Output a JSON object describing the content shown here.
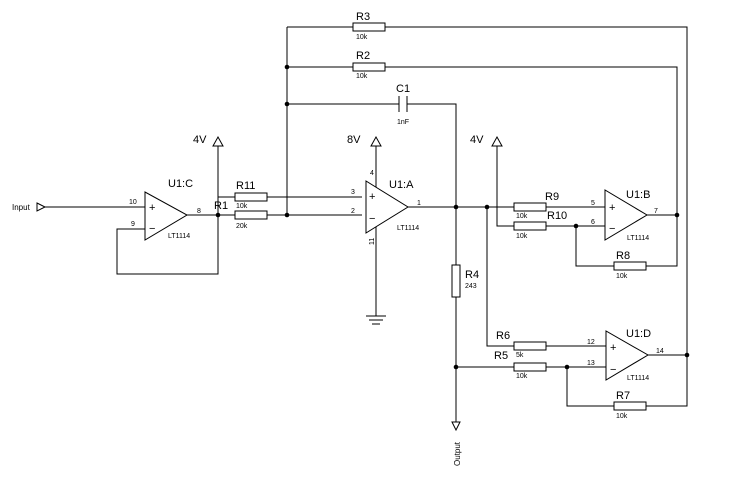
{
  "ports": {
    "input": "Input",
    "output": "Output"
  },
  "supplies": {
    "v4_left": "4V",
    "v8": "8V",
    "v4_right": "4V"
  },
  "opamps": {
    "u1a": {
      "ref": "U1:A",
      "part": "LT1114",
      "pin_plus": "3",
      "pin_minus": "2",
      "pin_out": "1",
      "pin_vp": "4",
      "pin_vn": "11"
    },
    "u1b": {
      "ref": "U1:B",
      "part": "LT1114",
      "pin_plus": "5",
      "pin_minus": "6",
      "pin_out": "7"
    },
    "u1c": {
      "ref": "U1:C",
      "part": "LT1114",
      "pin_plus": "10",
      "pin_minus": "9",
      "pin_out": "8"
    },
    "u1d": {
      "ref": "U1:D",
      "part": "LT1114",
      "pin_plus": "12",
      "pin_minus": "13",
      "pin_out": "14"
    }
  },
  "resistors": {
    "r1": {
      "ref": "R1",
      "value": "20k"
    },
    "r2": {
      "ref": "R2",
      "value": "10k"
    },
    "r3": {
      "ref": "R3",
      "value": "10k"
    },
    "r4": {
      "ref": "R4",
      "value": "243"
    },
    "r5": {
      "ref": "R5",
      "value": "10k"
    },
    "r6": {
      "ref": "R6",
      "value": "5k"
    },
    "r7": {
      "ref": "R7",
      "value": "10k"
    },
    "r8": {
      "ref": "R8",
      "value": "10k"
    },
    "r9": {
      "ref": "R9",
      "value": "10k"
    },
    "r10": {
      "ref": "R10",
      "value": "10k"
    },
    "r11": {
      "ref": "R11",
      "value": "10k"
    }
  },
  "capacitors": {
    "c1": {
      "ref": "C1",
      "value": "1nF"
    }
  },
  "signs": {
    "plus": "+",
    "minus": "−"
  }
}
